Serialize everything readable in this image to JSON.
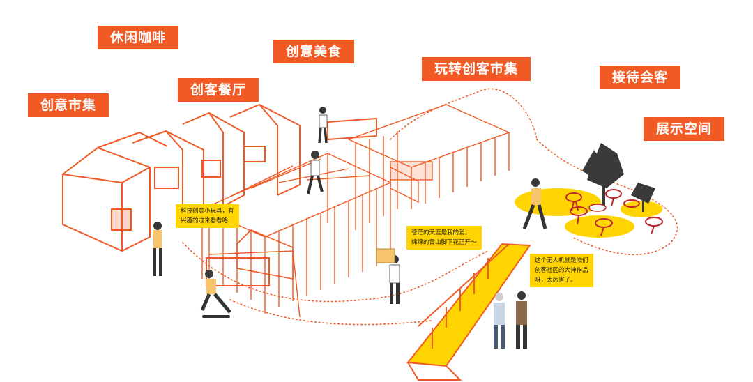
{
  "zones": [
    {
      "id": "leisure-cafe",
      "label": "休闲咖啡"
    },
    {
      "id": "creative-food",
      "label": "创意美食"
    },
    {
      "id": "maker-market",
      "label": "玩转创客市集"
    },
    {
      "id": "maker-restaurant",
      "label": "创客餐厅"
    },
    {
      "id": "reception",
      "label": "接待会客"
    },
    {
      "id": "creative-market",
      "label": "创意市集"
    },
    {
      "id": "exhibition-space",
      "label": "展示空间"
    }
  ],
  "notes": {
    "toys": {
      "line1": "科技创意小玩具，有",
      "line2": "兴趣的过来看看咯"
    },
    "world": {
      "line1": "苍茫的天涯是我的爱，",
      "line2": "绵绵的青山脚下花正开～"
    },
    "drone": {
      "line1": "这个无人机就是咱们",
      "line2": "创客社区的大神作品",
      "line3": "呀，太厉害了。"
    }
  },
  "colors": {
    "accent": "#f15a24",
    "highlight": "#ffd400",
    "note_bg": "#ffd400",
    "tree": "#3a3a3a",
    "chair": "#c0262d"
  }
}
